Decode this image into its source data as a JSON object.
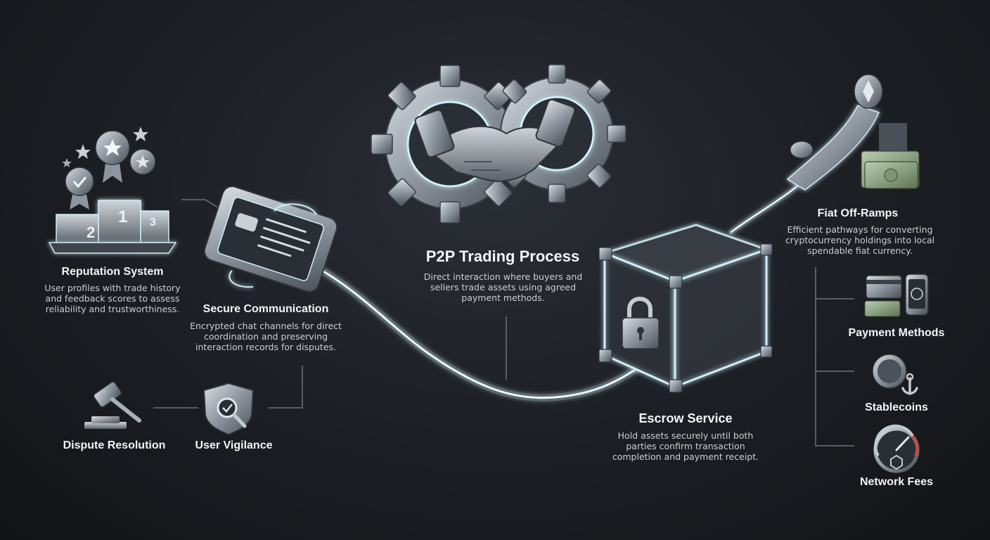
{
  "main": {
    "title": "P2P Trading Process",
    "description": "Direct interaction where buyers and sellers trade assets using agreed payment methods."
  },
  "nodes": {
    "reputation": {
      "title": "Reputation System",
      "description": "User profiles with trade history and feedback scores to assess reliability and trustworthiness.",
      "podium_labels": [
        "2",
        "1",
        "3"
      ]
    },
    "communication": {
      "title": "Secure Communication",
      "description": "Encrypted chat channels for direct coordination and preserving interaction records for disputes."
    },
    "dispute": {
      "title": "Dispute Resolution"
    },
    "vigilance": {
      "title": "User Vigilance"
    },
    "escrow": {
      "title": "Escrow Service",
      "description": "Hold assets securely until both parties confirm transaction completion and payment receipt."
    },
    "fiat": {
      "title": "Fiat Off-Ramps",
      "description": "Efficient pathways for converting cryptocurrency holdings into local spendable fiat currency."
    },
    "payment": {
      "title": "Payment Methods"
    },
    "stablecoins": {
      "title": "Stablecoins"
    },
    "fees": {
      "title": "Network Fees"
    }
  },
  "colors": {
    "background": "#1b1e23",
    "glow": "#cfeff5",
    "metal": "#9aa3ad",
    "text": "#f2f5f8",
    "muted": "#c9cfd6"
  },
  "icons": [
    "gear-handshake-icon",
    "podium-medal-icon",
    "smartphone-chat-icon",
    "gavel-icon",
    "shield-search-icon",
    "escrow-box-lock-icon",
    "coin-ramp-icon",
    "payment-card-phone-icon",
    "stablecoin-anchor-icon",
    "speedometer-icon"
  ]
}
